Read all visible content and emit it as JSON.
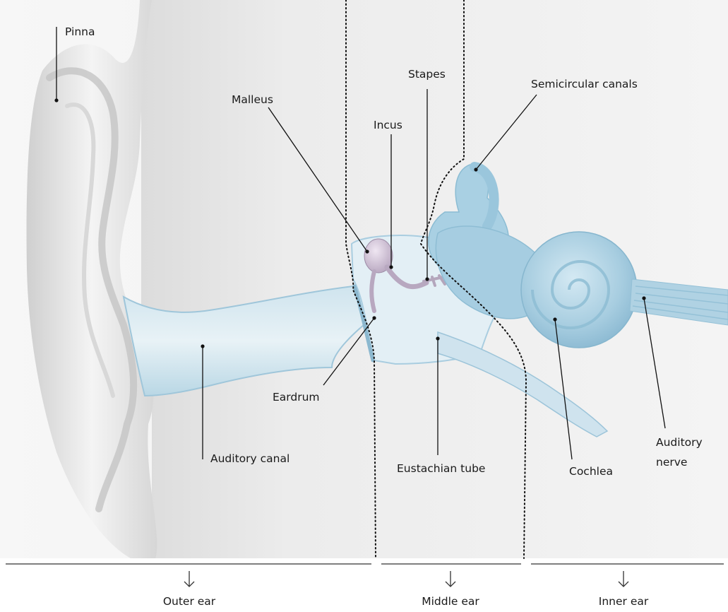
{
  "labels": {
    "pinna": "Pinna",
    "malleus": "Malleus",
    "incus": "Incus",
    "stapes": "Stapes",
    "semicircular_canals": "Semicircular canals",
    "eardrum": "Eardrum",
    "auditory_canal": "Auditory canal",
    "eustachian_tube": "Eustachian tube",
    "cochlea": "Cochlea",
    "auditory_nerve_1": "Auditory",
    "auditory_nerve_2": "nerve"
  },
  "sections": {
    "outer": "Outer ear",
    "middle": "Middle ear",
    "inner": "Inner ear"
  },
  "colors": {
    "skin": "#e9e9e9",
    "bone": "#c9b9cf",
    "fluid": "#b8d8e8",
    "inner_ear": "#a8cfe2",
    "line": "#111111"
  }
}
